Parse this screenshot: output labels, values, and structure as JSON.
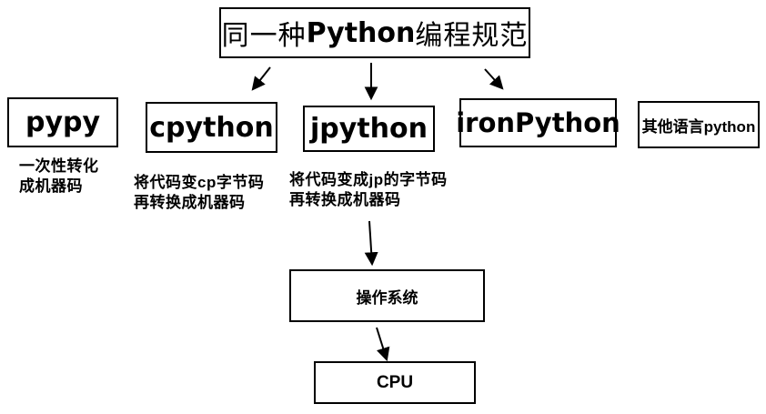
{
  "title": {
    "pre": "同一种",
    "python": "Python",
    "post": "编程规范"
  },
  "implementations": {
    "pypy": {
      "label": "pypy",
      "desc_line1": "一次性转化",
      "desc_line2": "成机器码"
    },
    "cpython": {
      "label": "cpython",
      "desc_line1": "将代码变cp字节码",
      "desc_line2": "再转换成机器码"
    },
    "jpython": {
      "label": "jpython",
      "desc_line1": "将代码变成jp的字节码",
      "desc_line2": "再转换成机器码"
    },
    "ironpython": {
      "label": "ironPython"
    },
    "other_languages": {
      "label": "其他语言python"
    }
  },
  "system": {
    "os_label": "操作系统",
    "cpu_label": "CPU"
  },
  "colors": {
    "border": "#000000",
    "background": "#ffffff",
    "text": "#000000"
  }
}
